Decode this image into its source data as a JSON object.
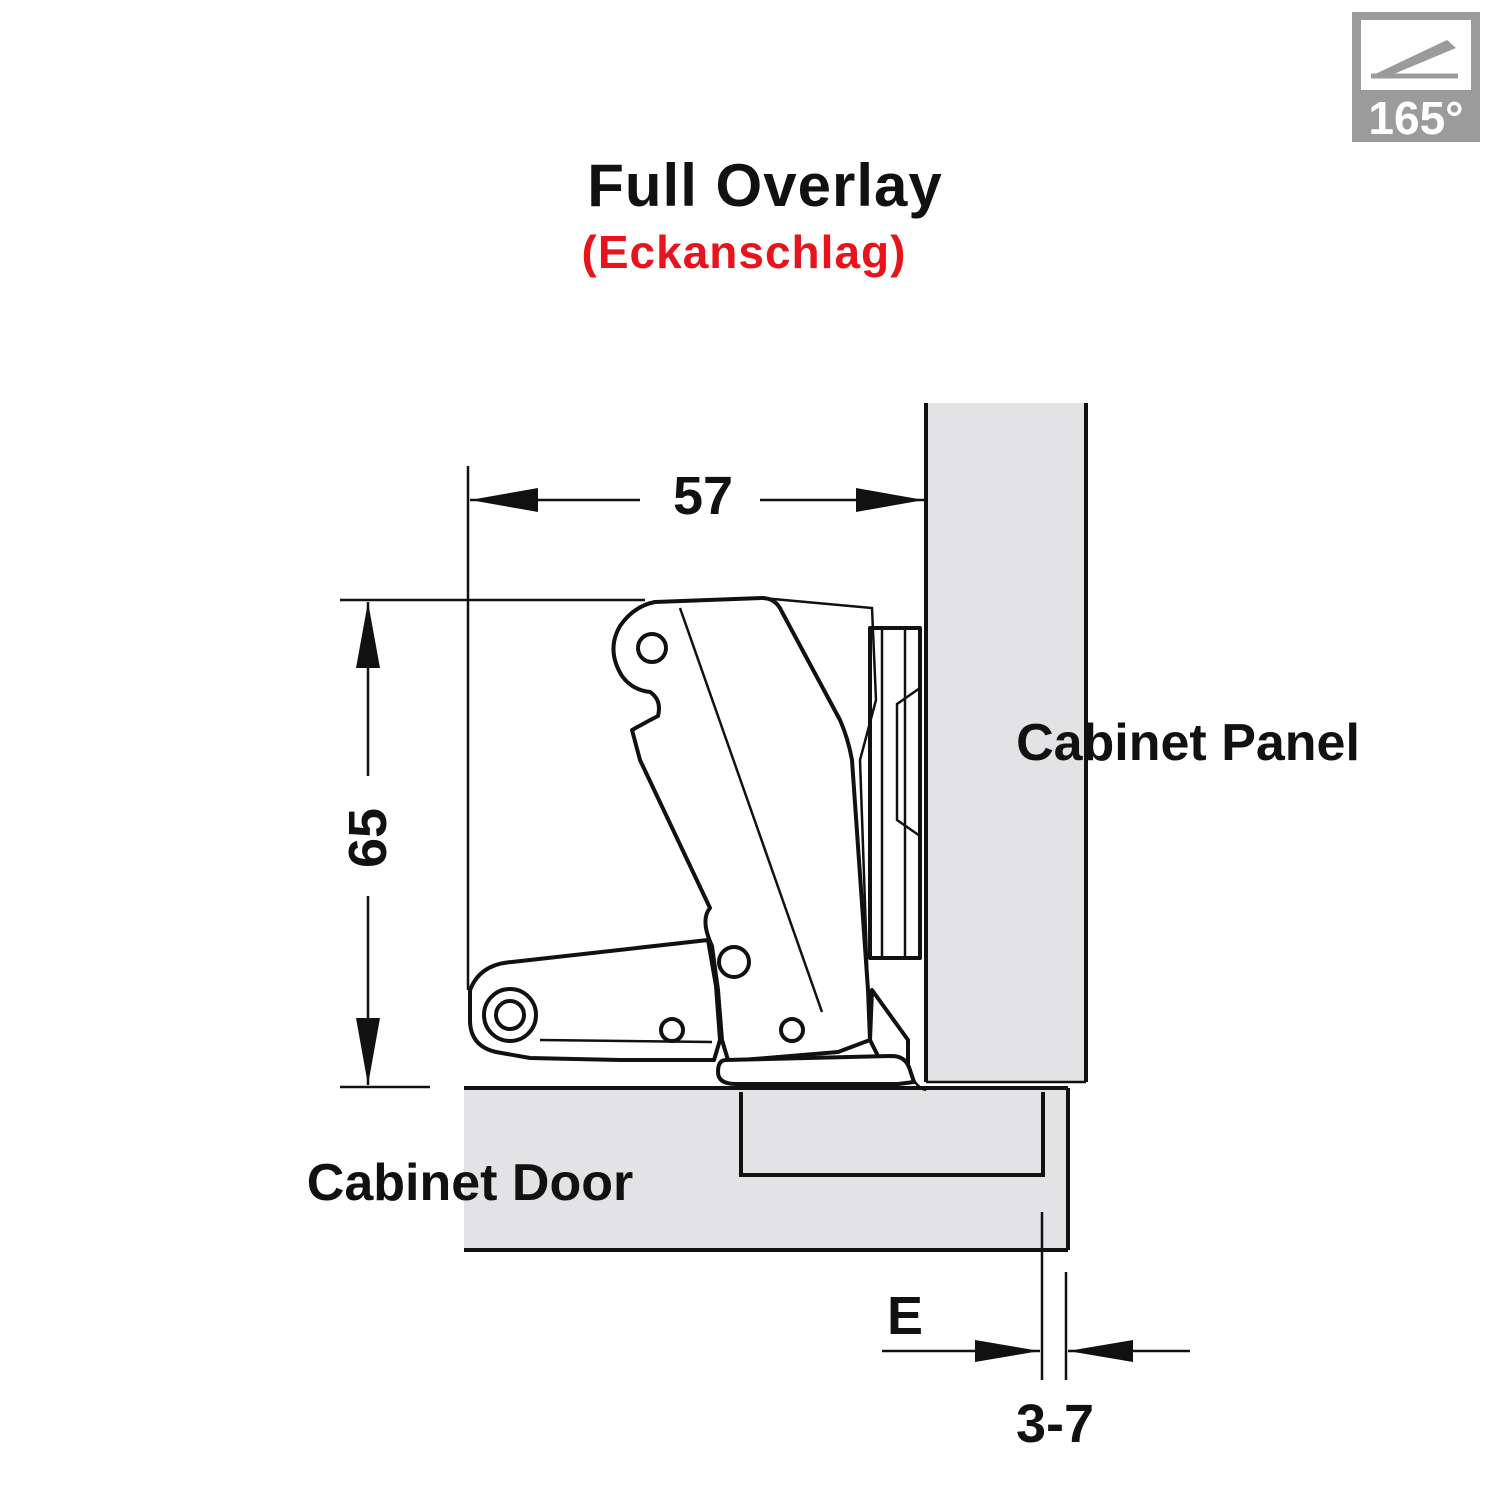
{
  "badge": {
    "icon": "opening-angle-icon",
    "angle": "165°",
    "color": "#9b9b9b"
  },
  "title": {
    "main": "Full Overlay",
    "sub": "(Eckanschlag)",
    "sub_color": "#e8141c"
  },
  "labels": {
    "panel": "Cabinet Panel",
    "door": "Cabinet Door"
  },
  "dimensions": {
    "width": "57",
    "height": "65",
    "overlay_symbol": "E",
    "gap": "3-7"
  },
  "colors": {
    "board_fill": "#e3e3e6",
    "line": "#111111"
  }
}
